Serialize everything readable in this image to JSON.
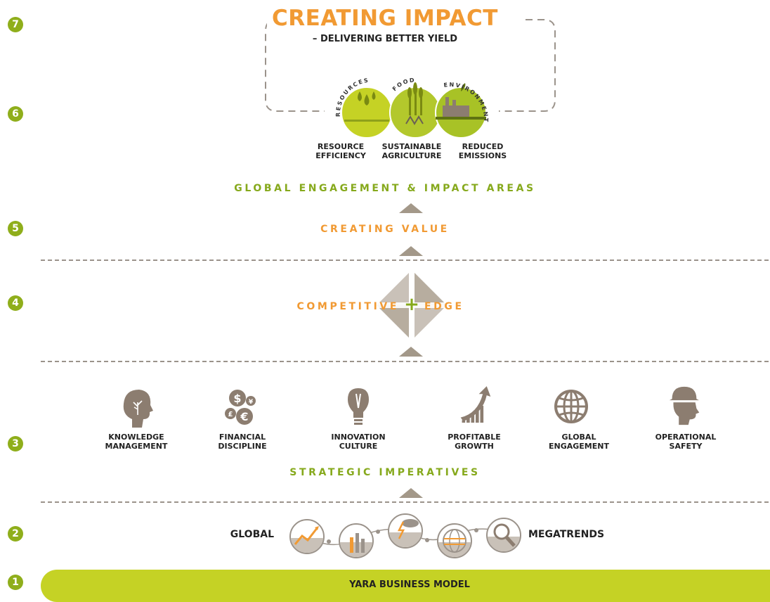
{
  "steps": [
    "7",
    "6",
    "5",
    "4",
    "3",
    "2",
    "1"
  ],
  "impact": {
    "title": "CREATING IMPACT",
    "subtitle": "– DELIVERING BETTER YIELD",
    "arc_labels": [
      "RESOURCES",
      "FOOD",
      "ENVIRONMENT"
    ],
    "areas": [
      {
        "line1": "RESOURCE",
        "line2": "EFFICIENCY"
      },
      {
        "line1": "SUSTAINABLE",
        "line2": "AGRICULTURE"
      },
      {
        "line1": "REDUCED",
        "line2": "EMISSIONS"
      }
    ]
  },
  "global_engagement_label": "GLOBAL ENGAGEMENT & IMPACT AREAS",
  "creating_value_label": "CREATING VALUE",
  "competitive_edge": {
    "left": "COMPETITIVE",
    "right": "EDGE",
    "plus": "+"
  },
  "imperatives": {
    "label": "STRATEGIC IMPERATIVES",
    "items": [
      {
        "line1": "KNOWLEDGE",
        "line2": "MANAGEMENT",
        "icon": "head-tree-icon"
      },
      {
        "line1": "FINANCIAL",
        "line2": "DISCIPLINE",
        "icon": "currency-coins-icon"
      },
      {
        "line1": "INNOVATION",
        "line2": "CULTURE",
        "icon": "lightbulb-icon"
      },
      {
        "line1": "PROFITABLE",
        "line2": "GROWTH",
        "icon": "growth-chart-icon"
      },
      {
        "line1": "GLOBAL",
        "line2": "ENGAGEMENT",
        "icon": "globe-icon"
      },
      {
        "line1": "OPERATIONAL",
        "line2": "SAFETY",
        "icon": "hardhat-head-icon"
      }
    ]
  },
  "megatrends": {
    "left": "GLOBAL",
    "right": "MEGATRENDS"
  },
  "business_model": "YARA BUSINESS MODEL",
  "colors": {
    "green": "#86a91c",
    "orange": "#f19a33",
    "lime": "#c5d225",
    "taupe": "#8c7d70",
    "dash": "#9b938b"
  }
}
